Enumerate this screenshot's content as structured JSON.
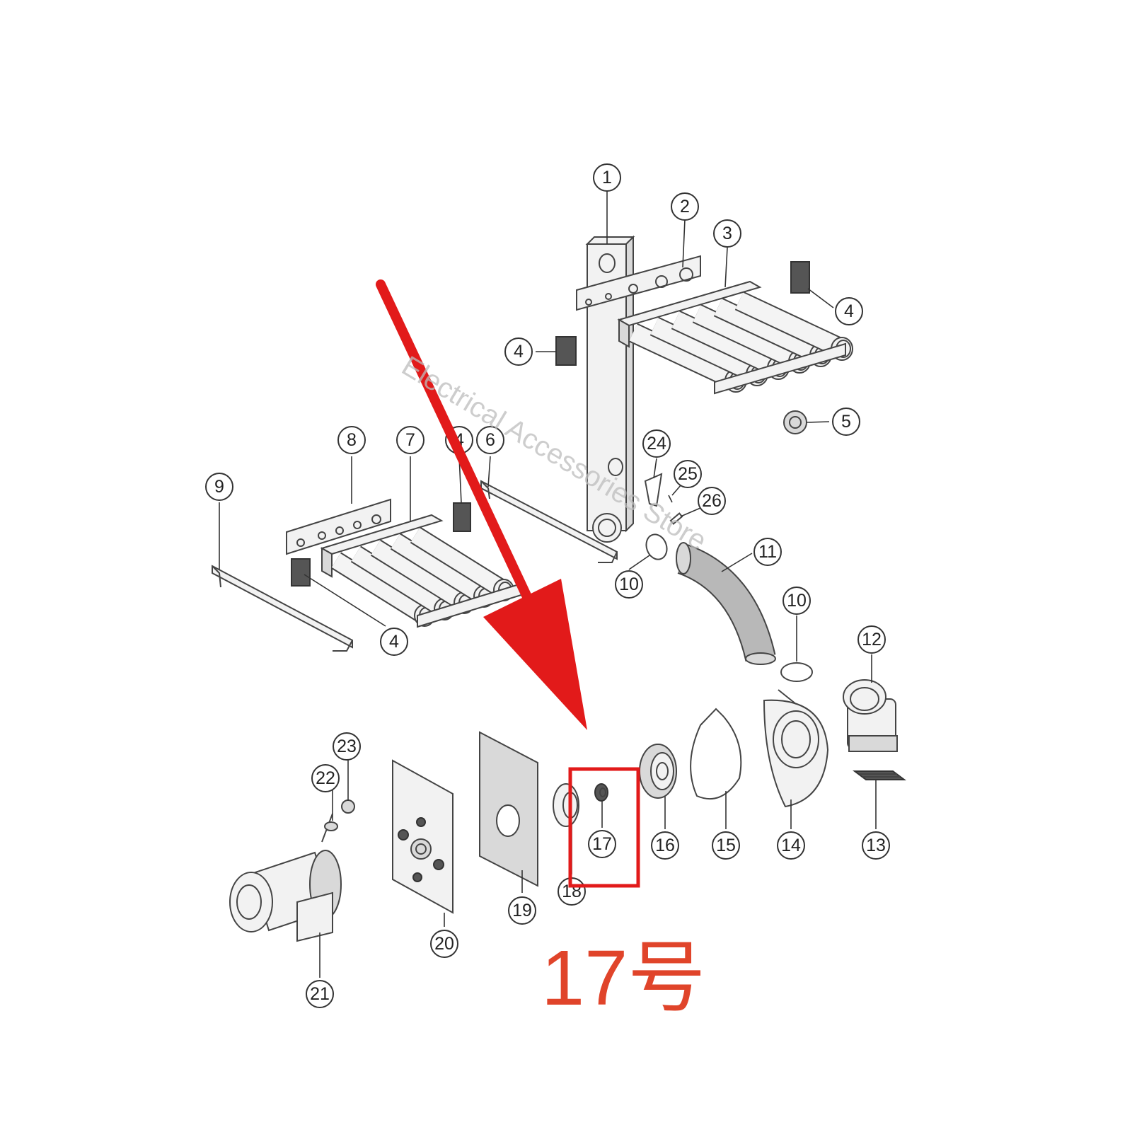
{
  "watermark": "Electrical Accessories Store",
  "part_label": "17号",
  "colors": {
    "arrow": "#e21a1a",
    "highlight_box": "#e21a1a",
    "label": "#e0442a"
  },
  "callouts": [
    {
      "id": "c1",
      "text": "1"
    },
    {
      "id": "c2",
      "text": "2"
    },
    {
      "id": "c3",
      "text": "3"
    },
    {
      "id": "c4a",
      "text": "4"
    },
    {
      "id": "c4b",
      "text": "4"
    },
    {
      "id": "c4c",
      "text": "4"
    },
    {
      "id": "c4d",
      "text": "4"
    },
    {
      "id": "c5",
      "text": "5"
    },
    {
      "id": "c6",
      "text": "6"
    },
    {
      "id": "c7",
      "text": "7"
    },
    {
      "id": "c8",
      "text": "8"
    },
    {
      "id": "c9",
      "text": "9"
    },
    {
      "id": "c10a",
      "text": "10"
    },
    {
      "id": "c10b",
      "text": "10"
    },
    {
      "id": "c11",
      "text": "11"
    },
    {
      "id": "c12",
      "text": "12"
    },
    {
      "id": "c13",
      "text": "13"
    },
    {
      "id": "c14",
      "text": "14"
    },
    {
      "id": "c15",
      "text": "15"
    },
    {
      "id": "c16",
      "text": "16"
    },
    {
      "id": "c17",
      "text": "17"
    },
    {
      "id": "c18",
      "text": "18"
    },
    {
      "id": "c19",
      "text": "19"
    },
    {
      "id": "c20",
      "text": "20"
    },
    {
      "id": "c21",
      "text": "21"
    },
    {
      "id": "c22",
      "text": "22"
    },
    {
      "id": "c23",
      "text": "23"
    },
    {
      "id": "c24",
      "text": "24"
    },
    {
      "id": "c25",
      "text": "25"
    },
    {
      "id": "c26",
      "text": "26"
    }
  ]
}
